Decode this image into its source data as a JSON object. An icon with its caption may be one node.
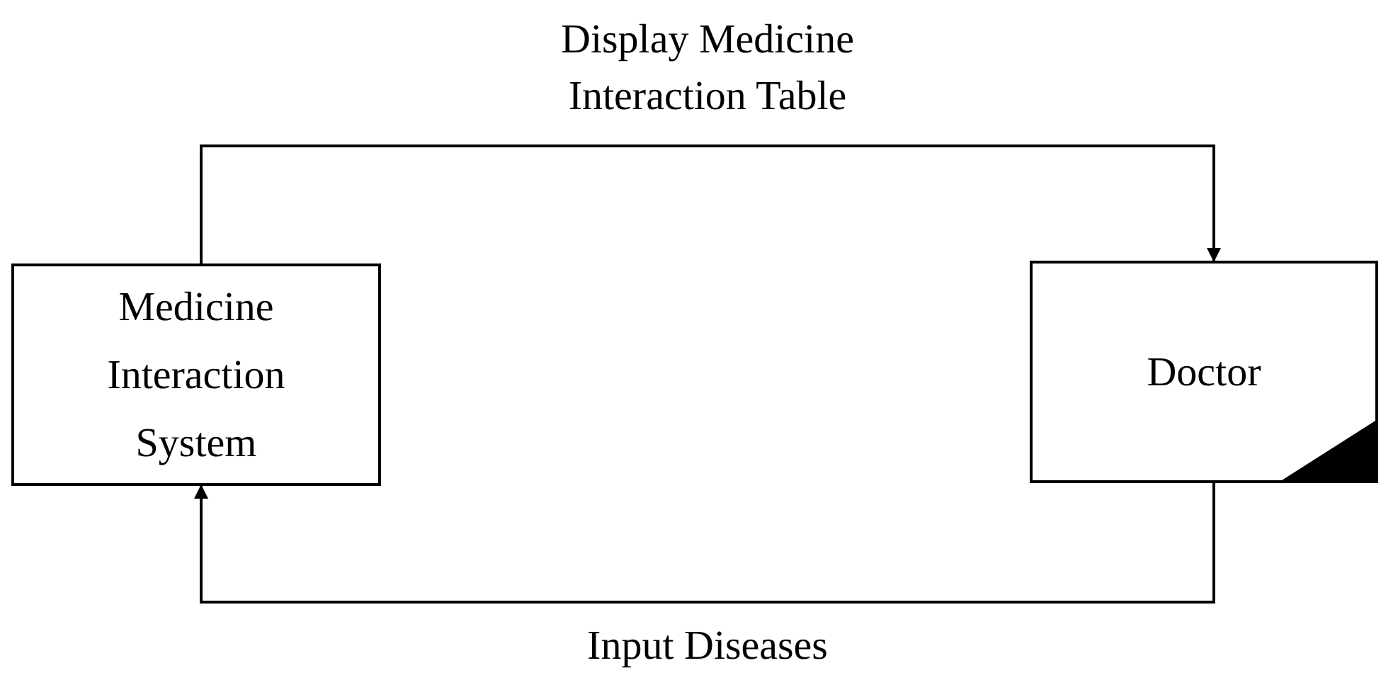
{
  "diagram": {
    "nodes": [
      {
        "text": [
          "Medicine Interaction System"
        ]
      },
      {
        "text": [
          "Doctor"
        ]
      }
    ],
    "edges": [
      {
        "from": 0,
        "to": 1,
        "arrow": "to",
        "label": "Display Medicine Interaction Table"
      },
      {
        "from": 1,
        "to": 0,
        "arrow": "to",
        "label": "Input Diseases"
      }
    ]
  }
}
